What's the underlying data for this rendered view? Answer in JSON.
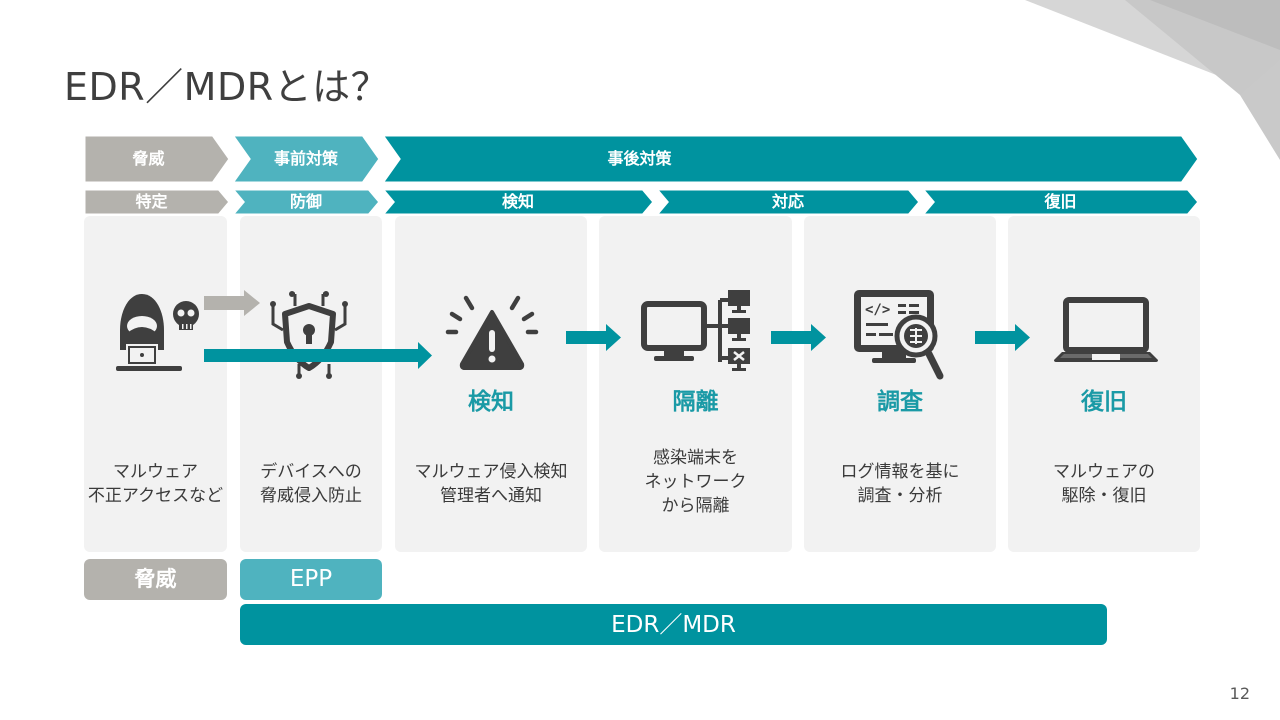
{
  "slide": {
    "title": "EDR／MDRとは？",
    "page_number": "12"
  },
  "colors": {
    "gray": "#b4b2ad",
    "light_teal": "#4fb3bf",
    "teal": "#00939f",
    "panel": "#f2f2f2",
    "icon": "#3f3f3f",
    "stage_text": "#1a9aa6"
  },
  "phase_row": [
    {
      "label": "脅威",
      "color": "gray"
    },
    {
      "label": "事前対策",
      "color": "light_teal"
    },
    {
      "label": "事後対策",
      "color": "teal"
    }
  ],
  "step_row": [
    {
      "label": "特定",
      "color": "gray"
    },
    {
      "label": "防御",
      "color": "light_teal"
    },
    {
      "label": "検知",
      "color": "teal"
    },
    {
      "label": "対応",
      "color": "teal"
    },
    {
      "label": "復旧",
      "color": "teal"
    }
  ],
  "columns": [
    {
      "icon": "hacker-icon",
      "stage": "",
      "description": "マルウェア\n不正アクセスなど"
    },
    {
      "icon": "shield-lock-icon",
      "stage": "",
      "description": "デバイスへの\n脅威侵入防止"
    },
    {
      "icon": "alert-warning-icon",
      "stage": "検知",
      "description": "マルウェア侵入検知\n管理者へ通知"
    },
    {
      "icon": "network-isolation-icon",
      "stage": "隔離",
      "description": "感染端末を\nネットワーク\nから隔離"
    },
    {
      "icon": "code-investigation-icon",
      "stage": "調査",
      "description": "ログ情報を基に\n調査・分析"
    },
    {
      "icon": "laptop-icon",
      "stage": "復旧",
      "description": "マルウェアの\n駆除・復旧"
    }
  ],
  "bottom_labels": {
    "threat": "脅威",
    "epp": "EPP",
    "edr_mdr": "EDR／MDR"
  }
}
